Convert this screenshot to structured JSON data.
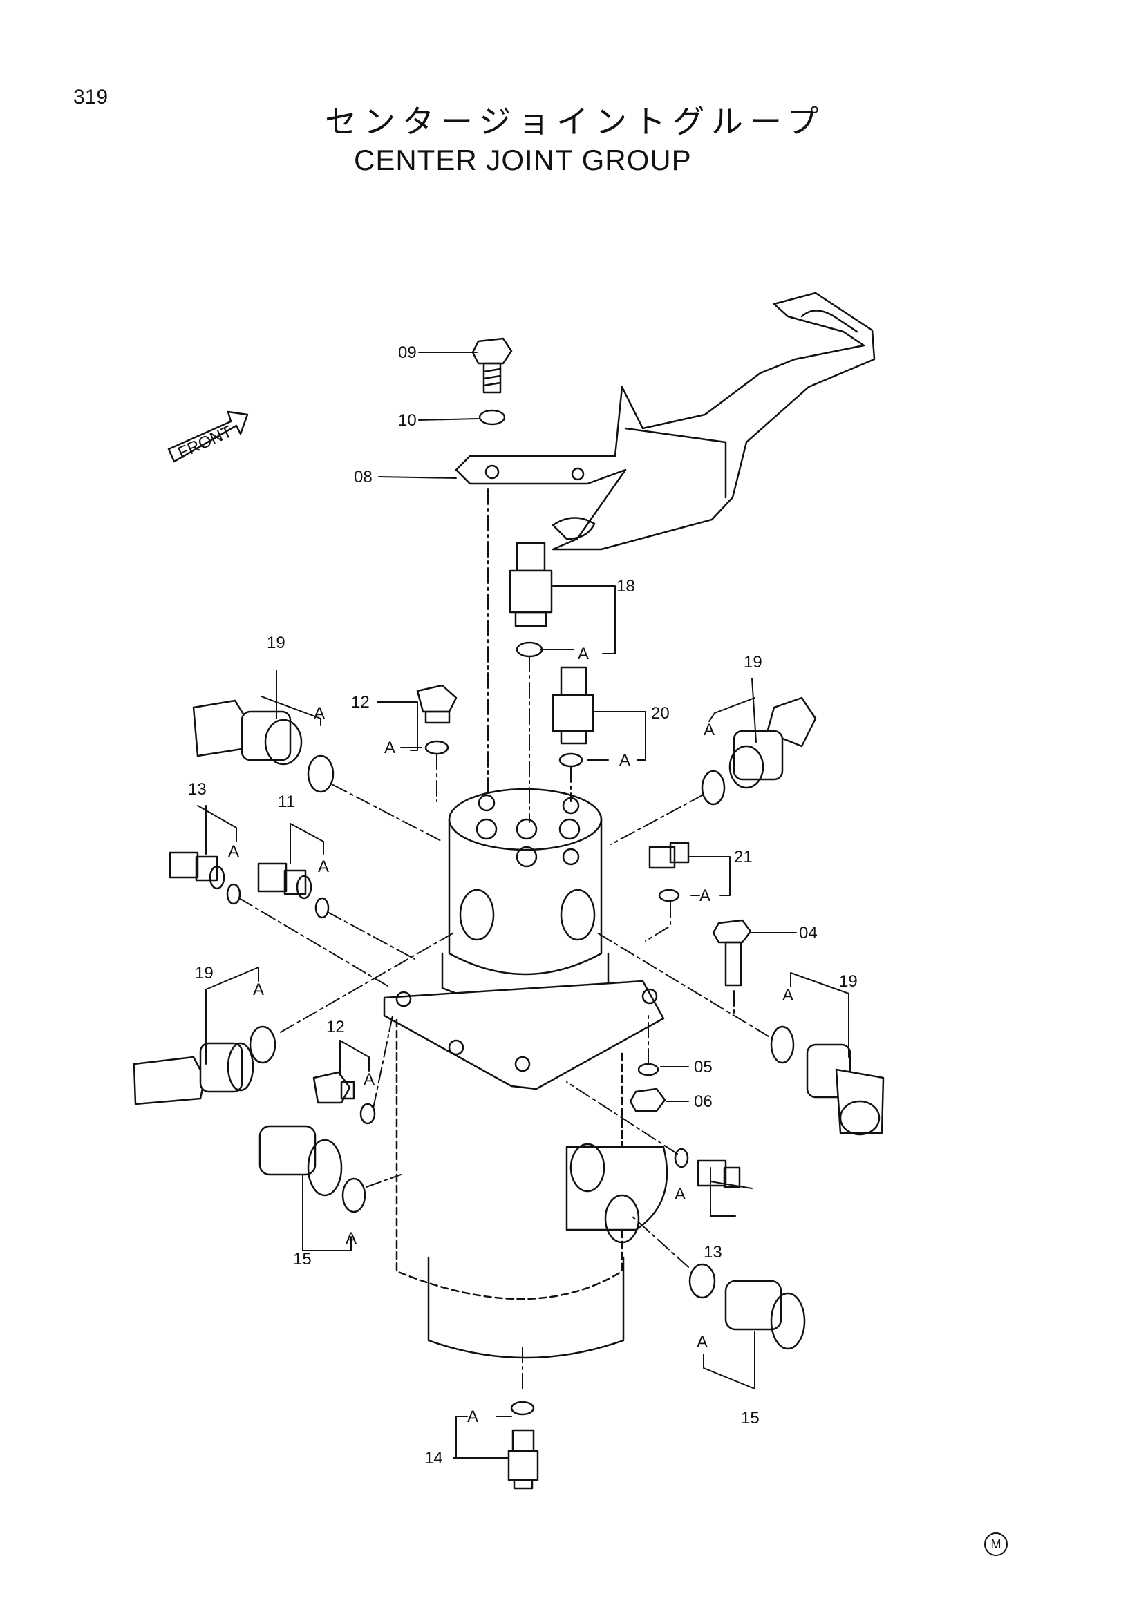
{
  "page": {
    "number": "319",
    "title_jp": "センタージョイントグループ",
    "title_en": "CENTER JOINT GROUP",
    "front_label": "FRONT",
    "mark": "M"
  },
  "callouts": {
    "p09": "09",
    "p10": "10",
    "p08": "08",
    "p18": "18",
    "p12a": "12",
    "p20": "20",
    "p19a": "19",
    "p19b": "19",
    "p13a": "13",
    "p11": "11",
    "p21": "21",
    "p04": "04",
    "p19c": "19",
    "p19d": "19",
    "p12b": "12",
    "p05": "05",
    "p06": "06",
    "p15a": "15",
    "p13b": "13",
    "p15b": "15",
    "p14": "14"
  },
  "ref_mark": "A"
}
